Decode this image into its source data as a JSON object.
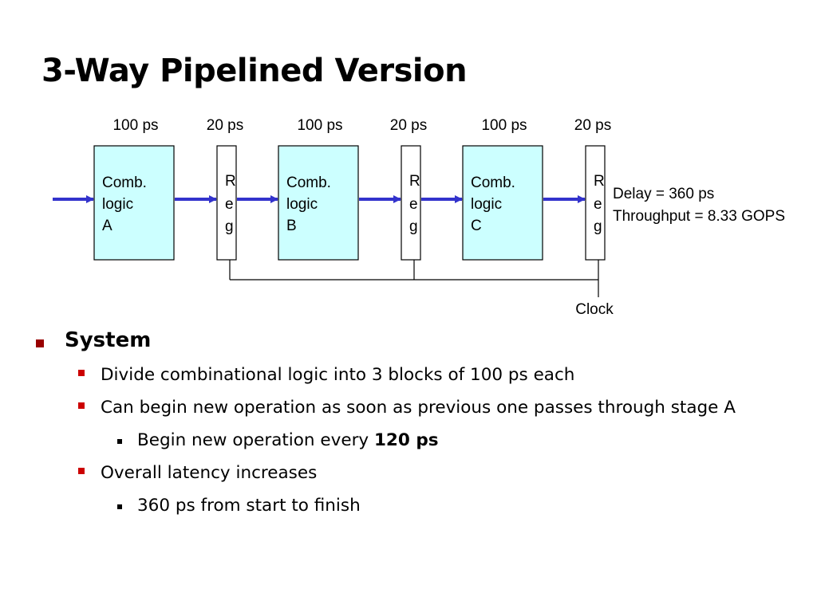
{
  "title": "3-Way Pipelined Version",
  "diagram": {
    "timings": [
      "100 ps",
      "20 ps",
      "100 ps",
      "20 ps",
      "100 ps",
      "20 ps"
    ],
    "comb_blocks": [
      {
        "line1": "Comb.",
        "line2": "logic",
        "line3": "A"
      },
      {
        "line1": "Comb.",
        "line2": "logic",
        "line3": "B"
      },
      {
        "line1": "Comb.",
        "line2": "logic",
        "line3": "C"
      }
    ],
    "reg_letters": [
      "R",
      "e",
      "g"
    ],
    "delay": "Delay = 360 ps",
    "throughput": "Throughput = 8.33 GOPS",
    "clock": "Clock",
    "colors": {
      "comb_fill": "#ccffff",
      "arrow": "#3333cc",
      "bullet_l1": "#990000",
      "bullet_l2": "#cc0000"
    }
  },
  "bullets": {
    "system": "System",
    "divide": "Divide combinational logic into 3 blocks of 100 ps each",
    "can_begin": "Can begin new operation as soon as previous one passes through stage A",
    "begin_every_prefix": "Begin new operation every ",
    "begin_every_bold": "120 ps",
    "latency": "Overall latency increases",
    "start_finish": "360 ps from start to finish"
  }
}
